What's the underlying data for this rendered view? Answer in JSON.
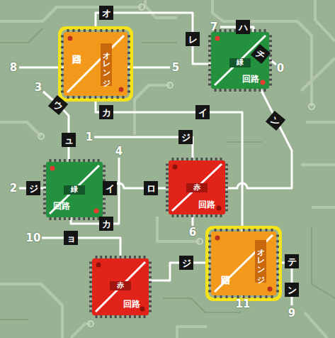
{
  "diagram": {
    "nodes": [
      {
        "text": [
          "回路",
          "オレンジ"
        ]
      },
      {
        "text": [
          "緑",
          "回路"
        ]
      },
      {
        "text": [
          "緑",
          "回路"
        ]
      },
      {
        "text": [
          "赤",
          "回路"
        ]
      },
      {
        "text": [
          "赤",
          "回路"
        ]
      },
      {
        "text": [
          "オレンジ",
          "回路"
        ]
      }
    ],
    "edges": [
      {
        "from": 0,
        "to": 1,
        "arrow": "none",
        "label": "オ"
      },
      {
        "from": 0,
        "to": 5,
        "arrow": "none",
        "label": "カ"
      },
      {
        "from": 1,
        "to": 3,
        "arrow": "none",
        "label": "ン"
      },
      {
        "from": 2,
        "to": 3,
        "arrow": "none",
        "label": "イ"
      },
      {
        "from": 4,
        "to": 5,
        "arrow": "none",
        "label": "ジ"
      }
    ],
    "labels": [
      "8",
      "5",
      "7",
      "ハ",
      "レ",
      "チ",
      "0",
      "3",
      "ウ",
      "ュ",
      "イ",
      "1",
      "ジ",
      "4",
      "2",
      "ジ",
      "ロ",
      "カ",
      "10",
      "ョ",
      "6",
      "テ",
      "ン",
      "11",
      "9"
    ]
  }
}
